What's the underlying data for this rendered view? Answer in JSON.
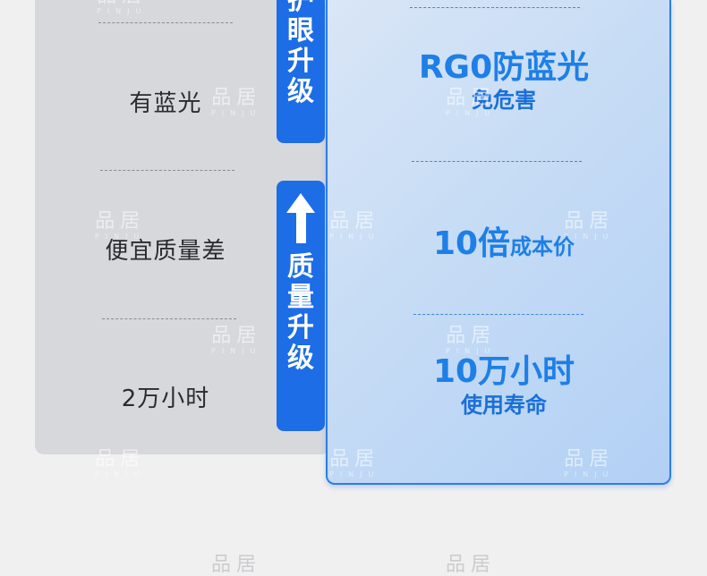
{
  "left_column": {
    "items": [
      "有蓝光",
      "便宜质量差",
      "2万小时"
    ]
  },
  "tabs": {
    "top": [
      "护",
      "眼",
      "升",
      "级"
    ],
    "bottom": [
      "质",
      "量",
      "升",
      "级"
    ]
  },
  "right_column": {
    "item1": {
      "main": "RG0防蓝光",
      "sub": "免危害"
    },
    "item2": {
      "num": "10倍",
      "rest": "成本价"
    },
    "item3": {
      "main": "10万小时",
      "sub": "使用寿命"
    }
  },
  "watermark": {
    "brand": "品居",
    "latin": "PINJU"
  },
  "colors": {
    "accent": "#1c6de6",
    "highlight_text": "#1e7fe6",
    "page_bg": "#f1f0f1"
  }
}
